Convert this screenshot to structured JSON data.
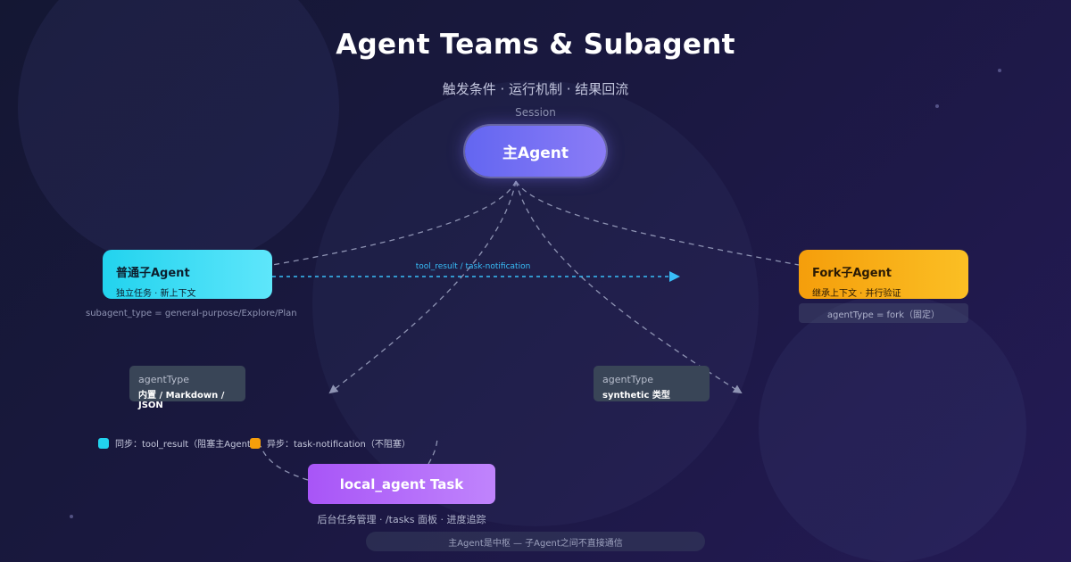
{
  "header": {
    "title": "Agent Teams & Subagent",
    "subtitle": "触发条件 · 运行机制 · 结果回流",
    "session_label": "Session"
  },
  "nodes": {
    "main_agent": {
      "label": "主Agent",
      "color": "#6366f1"
    },
    "normal_agent": {
      "name": "普通子Agent",
      "desc": "独立任务 · 新上下文",
      "note": "subagent_type = general-purpose/Explore/Plan",
      "color": "#22d3ee"
    },
    "fork_agent": {
      "name": "Fork子Agent",
      "desc": "继承上下文 · 并行验证",
      "note": "agentType = fork（固定）",
      "color": "#f59e0b"
    },
    "local_task": {
      "label": "local_agent Task",
      "desc": "后台任务管理 · /tasks 面板 · 进度追踪",
      "color": "#a855f7"
    }
  },
  "type_boxes": {
    "left": {
      "key": "agentType",
      "value": "内置 / Markdown / JSON"
    },
    "right": {
      "key": "agentType",
      "value": "synthetic 类型"
    }
  },
  "edge_label": "tool_result / task-notification",
  "legend": {
    "sync": {
      "label": "同步：tool_result（阻塞主Agent）",
      "color": "#22d3ee"
    },
    "async": {
      "label": "异步：task-notification（不阻塞）",
      "color": "#f59e0b"
    }
  },
  "footer": "主Agent是中枢 — 子Agent之间不直接通信"
}
